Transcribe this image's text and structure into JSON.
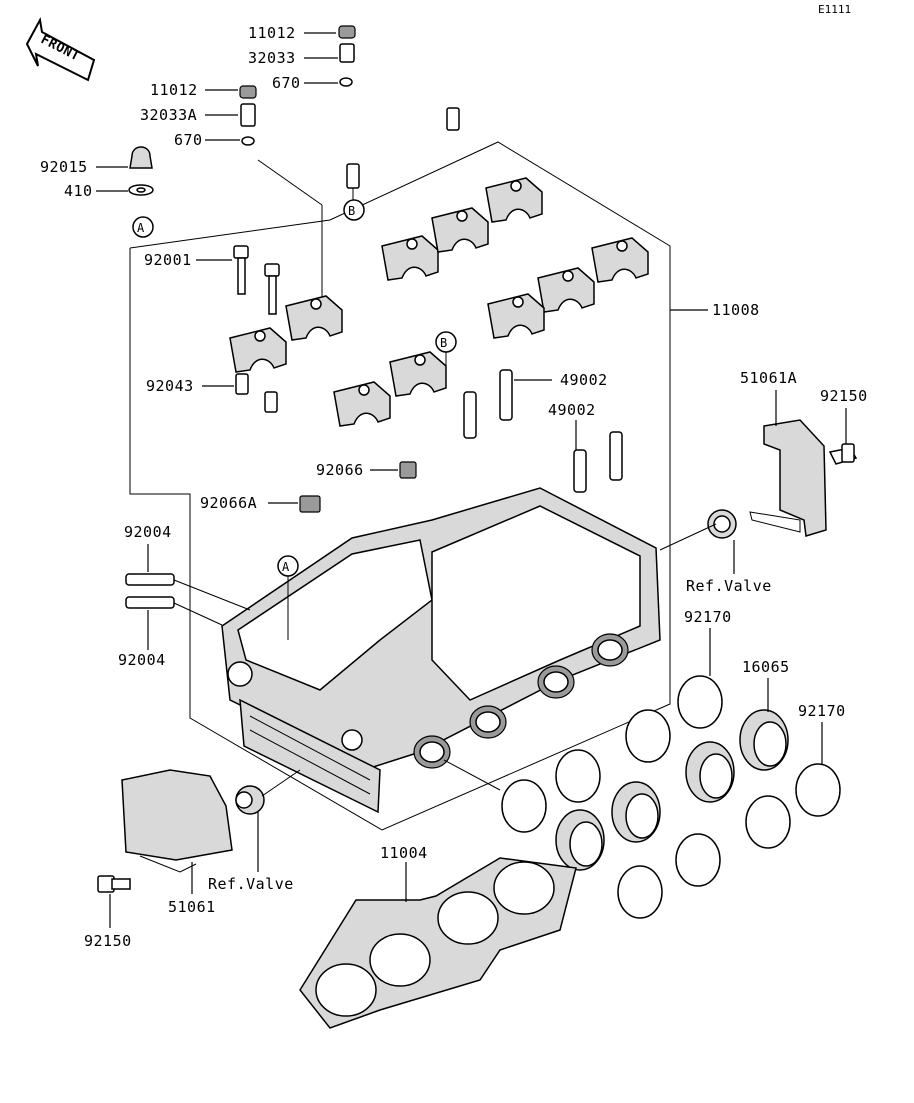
{
  "diagram_code": "E1111",
  "front_marker": "FRONT",
  "part_labels": {
    "p11012_top": "11012",
    "p32033": "32033",
    "p670_top": "670",
    "p11012_mid": "11012",
    "p32033A": "32033A",
    "p670_mid": "670",
    "p92015": "92015",
    "p410": "410",
    "p92001": "92001",
    "p92043": "92043",
    "p92066": "92066",
    "p92066A": "92066A",
    "p92004_top": "92004",
    "p92004_bottom": "92004",
    "p11008": "11008",
    "p49002_a": "49002",
    "p49002_b": "49002",
    "p51061A": "51061A",
    "p92150_right": "92150",
    "ref_valve_right": "Ref.Valve",
    "p92170_left": "92170",
    "p16065": "16065",
    "p92170_right": "92170",
    "p11004": "11004",
    "ref_valve_left": "Ref.Valve",
    "p51061": "51061",
    "p92150_left": "92150"
  },
  "callouts": {
    "A_top": "A",
    "A_head": "A",
    "B_top": "B",
    "B_cam": "B"
  }
}
